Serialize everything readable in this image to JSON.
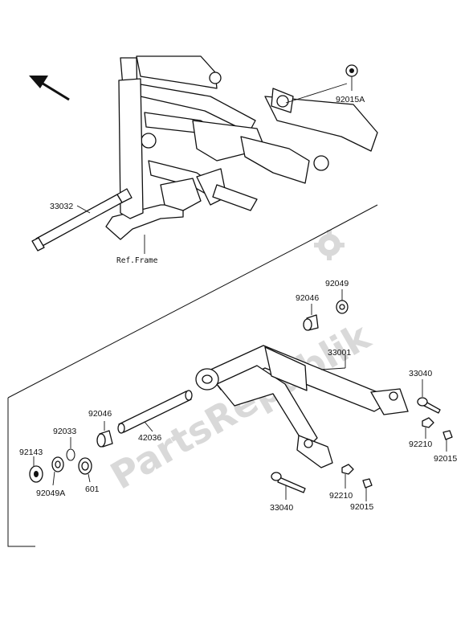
{
  "watermark": "PartsRepublik",
  "reference_label": "Ref.Frame",
  "parts": {
    "p92015A": "92015A",
    "p33032": "33032",
    "p92049": "92049",
    "p92046_top": "92046",
    "p33001": "33001",
    "p33040_right": "33040",
    "p92046_left": "92046",
    "p92033": "92033",
    "p92143": "92143",
    "p42036": "42036",
    "p601": "601",
    "p92049A": "92049A",
    "p92210_right": "92210",
    "p92015_right": "92015",
    "p33040_bottom": "33040",
    "p92210_bottom": "92210",
    "p92015_bottom": "92015"
  },
  "icons": {
    "direction": "front-direction-arrow-icon",
    "gear": "gear-icon"
  }
}
